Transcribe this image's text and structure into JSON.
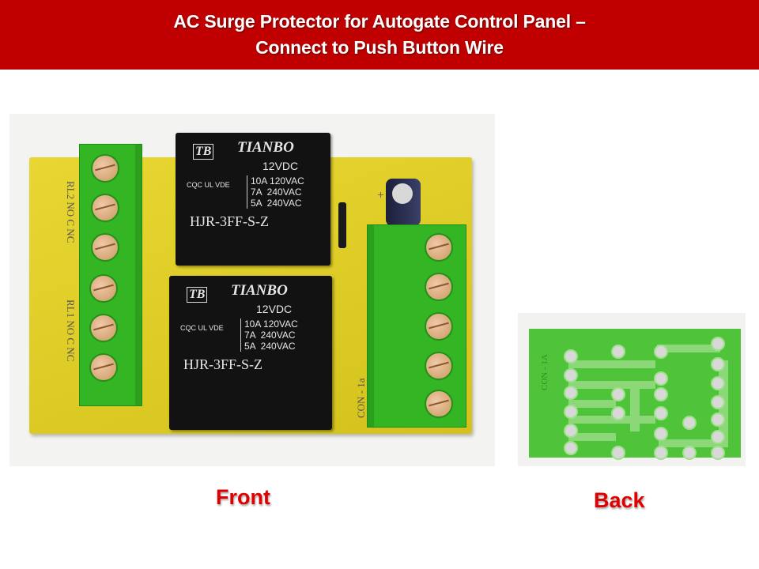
{
  "slide": {
    "title_lines": [
      "AC Surge Protector for Autogate Control Panel –",
      "Connect to Push Button Wire"
    ],
    "colors": {
      "title_bar": "#c00000",
      "title_text": "#ffffff",
      "caption": "#e00000"
    }
  },
  "front_photo": {
    "caption": "Front",
    "relays": [
      {
        "brand": "TIANBO",
        "logo": "TB",
        "voltage": "12VDC",
        "specs": "10A 120VAC\n7A  240VAC\n5A  240VAC",
        "certs": "CQC UL VDE",
        "model": "HJR-3FF-S-Z"
      },
      {
        "brand": "TIANBO",
        "logo": "TB",
        "voltage": "12VDC",
        "specs": "10A 120VAC\n7A  240VAC\n5A  240VAC",
        "certs": "CQC UL VDE",
        "model": "HJR-3FF-S-Z"
      }
    ],
    "silkscreen": {
      "rl2_label": "RL2  NO  C  NC",
      "rl1_label": "RL1  NO  C  NC",
      "bottom_label": "RL1",
      "connector_label": "CON - 1a",
      "cap_polarity": "+"
    }
  },
  "back_photo": {
    "caption": "Back",
    "silkscreen": "CON - 1A"
  }
}
